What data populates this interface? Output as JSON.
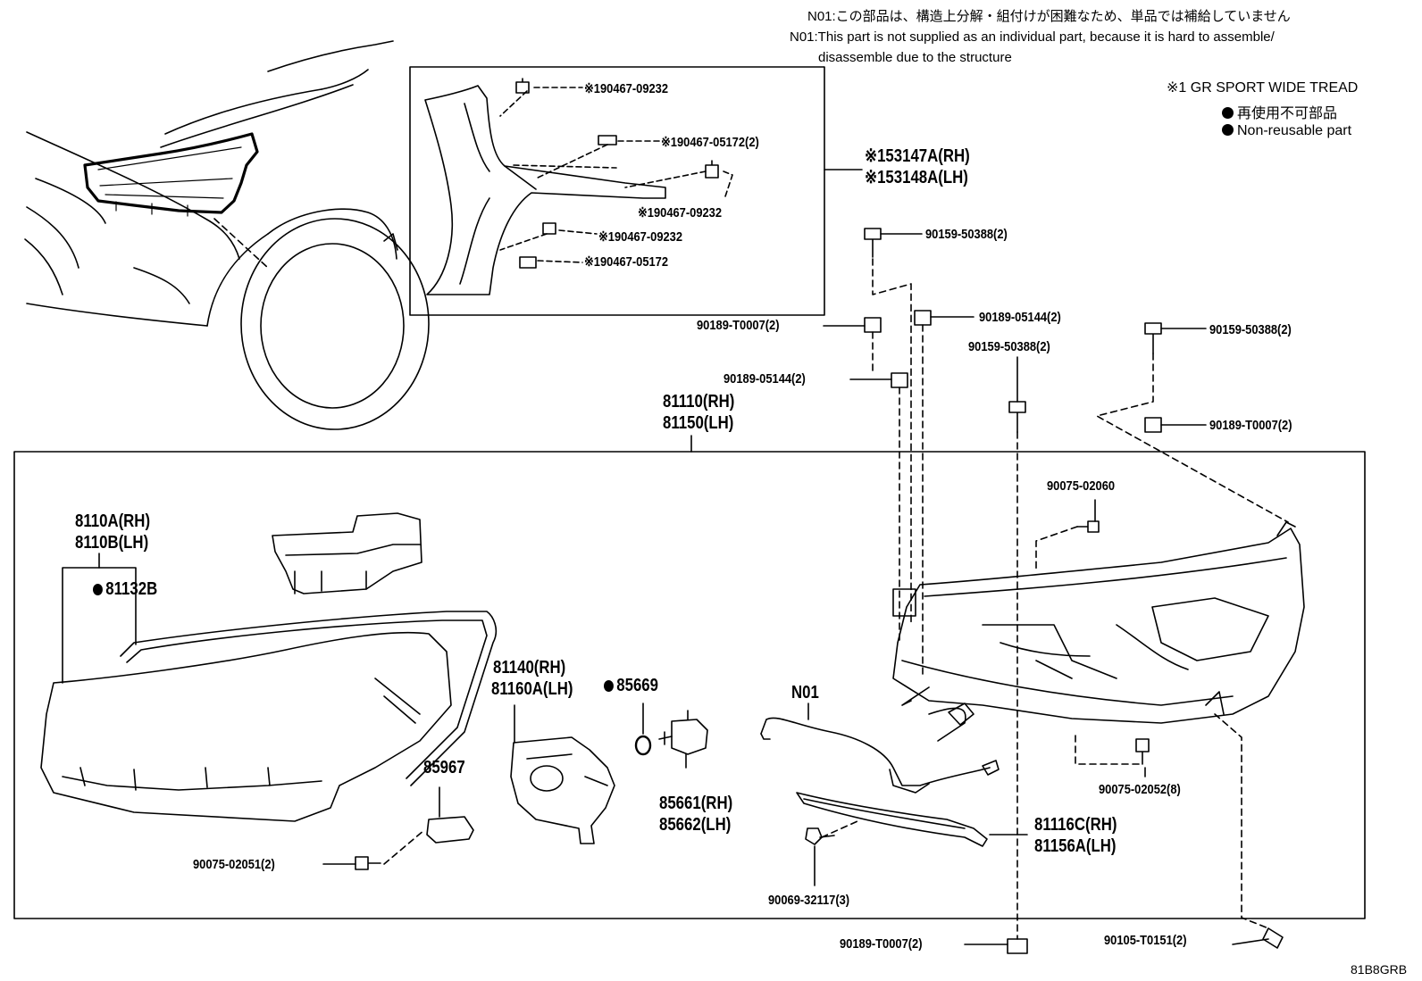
{
  "notes": {
    "n01_ja": "N01:この部品は、構造上分解・組付けが困難なため、単品では補給していません",
    "n01_en_line1": "N01:This part is not supplied as an individual part, because it is hard to assemble/",
    "n01_en_line2": "disassemble due to the structure"
  },
  "legend": {
    "gr_sport": "※1 GR SPORT WIDE TREAD",
    "nonreusable_ja": "再使用不可部品",
    "nonreusable_en": "Non-reusable part"
  },
  "inset_parts": {
    "c1": "※190467-09232",
    "c2": "※190467-05172(2)",
    "c3": "※190467-09232",
    "c4": "※190467-09232",
    "c5": "※190467-05172",
    "garnish_rh": "※153147A(RH)",
    "garnish_lh": "※153148A(LH)"
  },
  "fasteners": {
    "f1": "90159-50388(2)",
    "f2": "90189-T0007(2)",
    "f3": "90189-05144(2)",
    "f4": "90159-50388(2)",
    "f5": "90159-50388(2)",
    "f6": "90189-05144(2)",
    "f7": "90189-T0007(2)",
    "f8": "90075-02060",
    "f9": "90075-02052(8)",
    "f10": "90075-02051(2)",
    "f11": "90069-32117(3)",
    "f12": "90189-T0007(2)",
    "f13": "90105-T0151(2)"
  },
  "assembly": {
    "rh": "81110(RH)",
    "lh": "81150(LH)"
  },
  "components": {
    "lens_rh": "8110A(RH)",
    "lens_lh": "8110B(LH)",
    "gasket": "81132B",
    "bracket_rh": "81140(RH)",
    "bracket_lh": "81160A(LH)",
    "ring": "85669",
    "socket_rh": "85661(RH)",
    "socket_lh": "85662(LH)",
    "module": "85967",
    "wire": "N01",
    "drl_rh": "81116C(RH)",
    "drl_lh": "81156A(LH)"
  },
  "code": "81B8GRB"
}
